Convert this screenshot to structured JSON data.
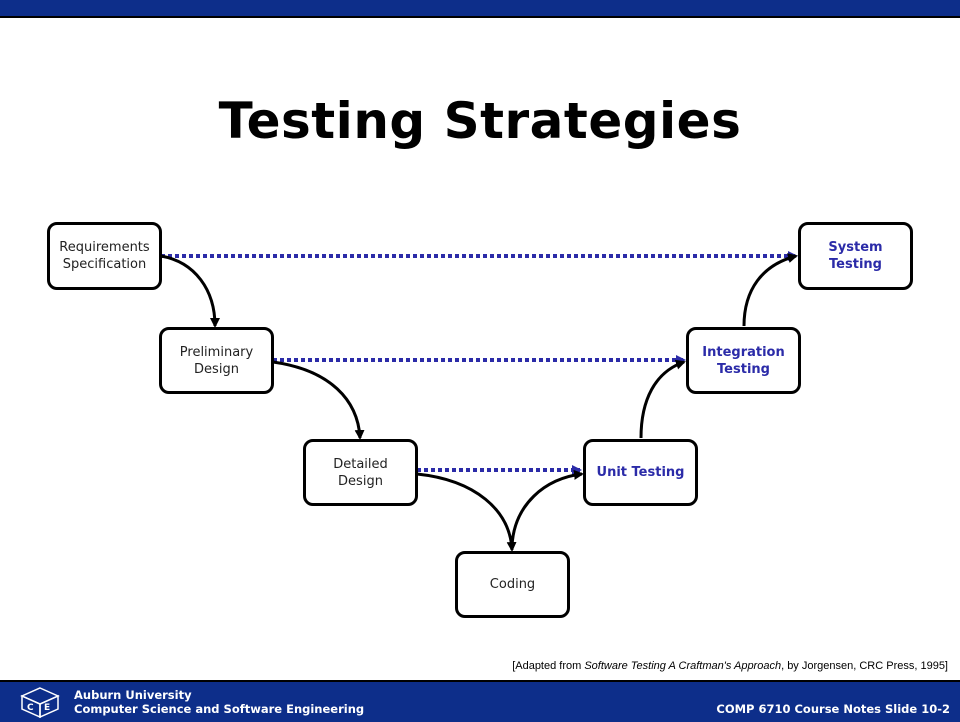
{
  "slide": {
    "title": "Testing Strategies",
    "citation": {
      "prefix": "[Adapted from ",
      "book": "Software Testing A Craftman's Approach",
      "suffix": ", by Jorgensen, CRC Press, 1995]"
    }
  },
  "nodes": {
    "requirements": "Requirements\nSpecification",
    "preliminary": "Preliminary\nDesign",
    "detailed": "Detailed\nDesign",
    "coding": "Coding",
    "unit": "Unit Testing",
    "integration": "Integration\nTesting",
    "system": "System\nTesting"
  },
  "footer": {
    "university": "Auburn University",
    "department": "Computer Science and Software Engineering",
    "slide_ref": "COMP 6710 Course Notes Slide 10-2",
    "logo_icon": "csse-cube-logo"
  },
  "colors": {
    "bar": "#0d2e8a",
    "dotted_link": "#2b2ba8",
    "testing_text": "#2b2ba8"
  }
}
